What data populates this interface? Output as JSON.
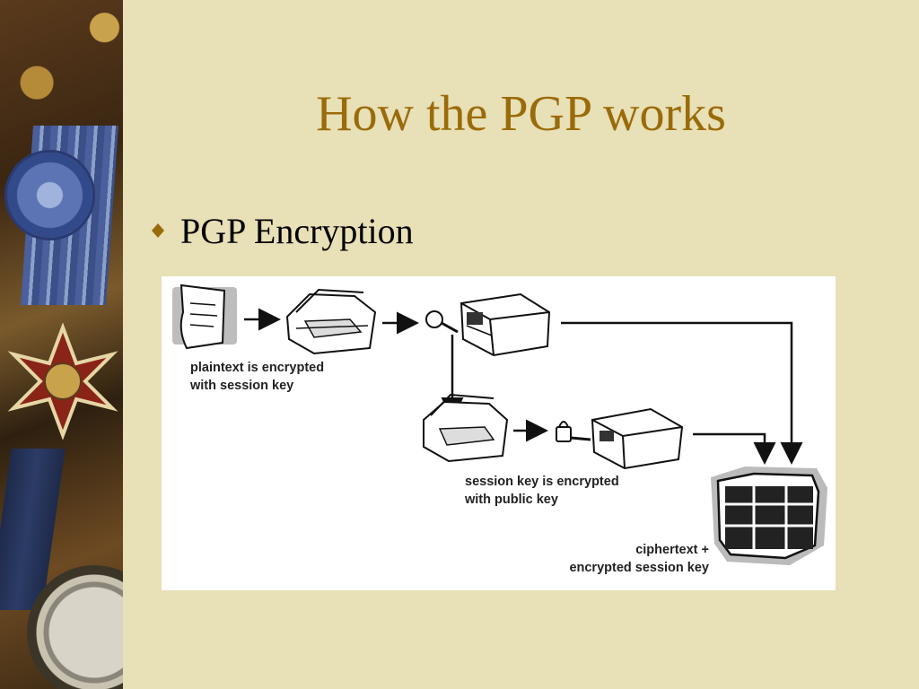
{
  "slide": {
    "title": "How the PGP works",
    "bullet": "PGP Encryption"
  },
  "diagram": {
    "captions": {
      "plaintext": [
        "plaintext is encrypted",
        "with session key"
      ],
      "session_key": [
        "session key is encrypted",
        "with public key"
      ],
      "ciphertext": [
        "ciphertext +",
        "encrypted session key"
      ]
    }
  },
  "colors": {
    "background": "#e8e0b6",
    "title": "#9a6b0a",
    "bullet": "#9a6b0a",
    "figure_bg": "#ffffff"
  },
  "icons": {
    "bullet": "diamond-bullet-icon",
    "plaintext": "document-icon",
    "open_box": "open-box-icon",
    "session_key": "key-icon",
    "closed_box": "closed-box-icon",
    "public_key": "padlock-key-icon",
    "ciphertext": "bundled-package-icon"
  }
}
